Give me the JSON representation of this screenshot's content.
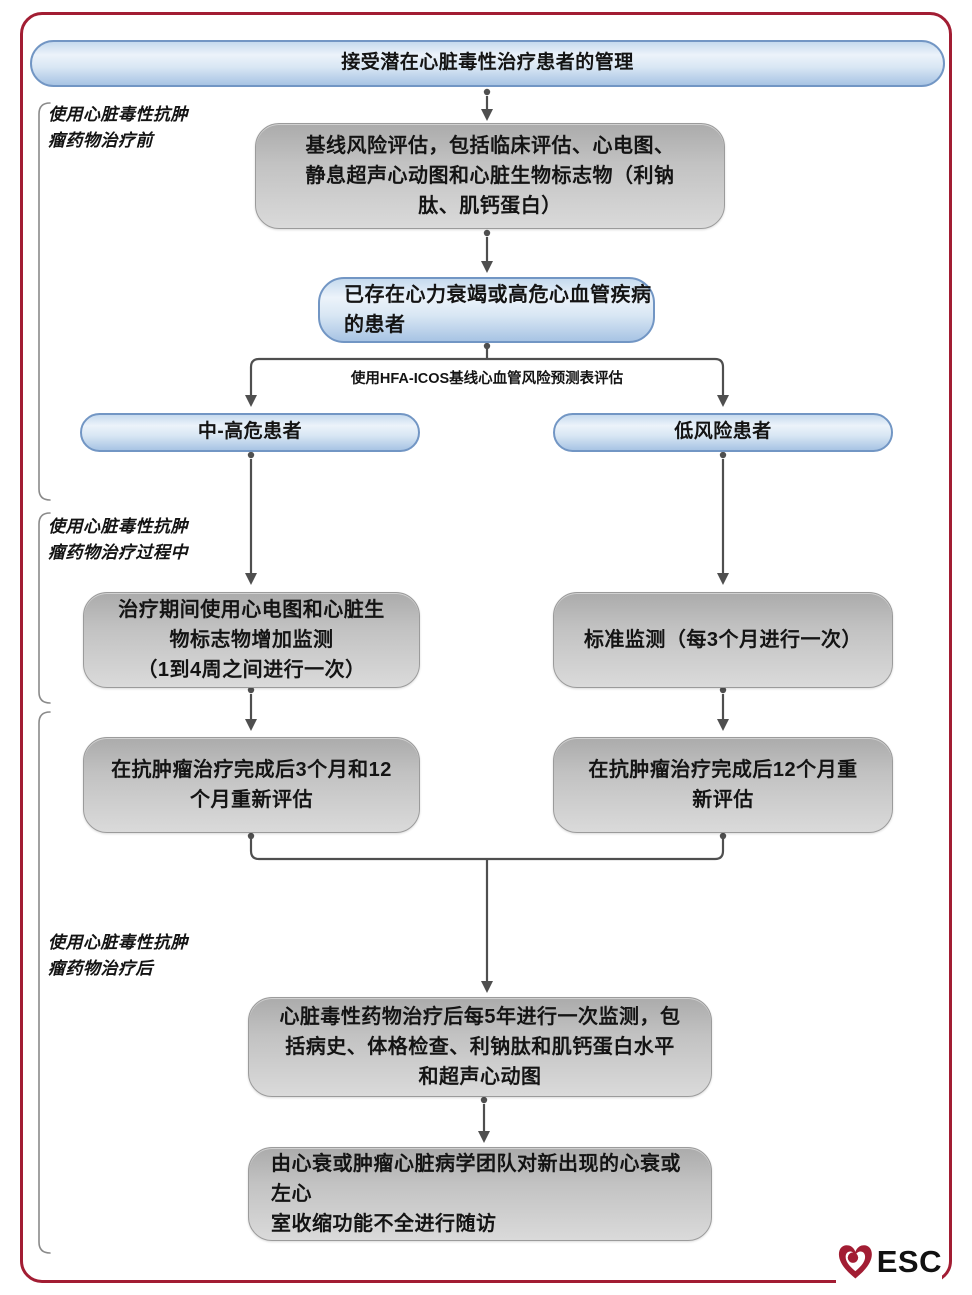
{
  "colors": {
    "frame": "#A21D33",
    "line": "#4F4F4F",
    "bracket": "#8A8A8A",
    "blue_border": "#7296C4",
    "gray_border": "#9B9B9B"
  },
  "phases": [
    {
      "label": "使用心脏毒性抗肿\n瘤药物治疗前"
    },
    {
      "label": "使用心脏毒性抗肿\n瘤药物治疗过程中"
    },
    {
      "label": "使用心脏毒性抗肿\n瘤药物治疗后"
    }
  ],
  "flow": {
    "title": "接受潜在心脏毒性治疗患者的管理",
    "baseline_assessment": "基线风险评估，包括临床评估、心电图、\n静息超声心动图和心脏生物标志物（利钠\n肽、肌钙蛋白）",
    "preexisting": "已存在心力衰竭或高危心血管疾病\n的患者",
    "risk_tool_label": "使用HFA-ICOS基线心血管风险预测表评估",
    "mid_high_risk": "中-高危患者",
    "low_risk": "低风险患者",
    "increased_monitoring": "治疗期间使用心电图和心脏生\n物标志物增加监测\n（1到4周之间进行一次）",
    "standard_monitoring": "标准监测（每3个月进行一次）",
    "reassess_mid_high": "在抗肿瘤治疗完成后3个月和12\n个月重新评估",
    "reassess_low": "在抗肿瘤治疗完成后12个月重\n新评估",
    "long_term_surveillance": "心脏毒性药物治疗后每5年进行一次监测，包\n括病史、体格检查、利钠肽和肌钙蛋白水平\n和超声心动图",
    "follow_up": "由心衰或肿瘤心脏病学团队对新出现的心衰或左心\n室收缩功能不全进行随访"
  },
  "logo": {
    "text": "ESC"
  }
}
